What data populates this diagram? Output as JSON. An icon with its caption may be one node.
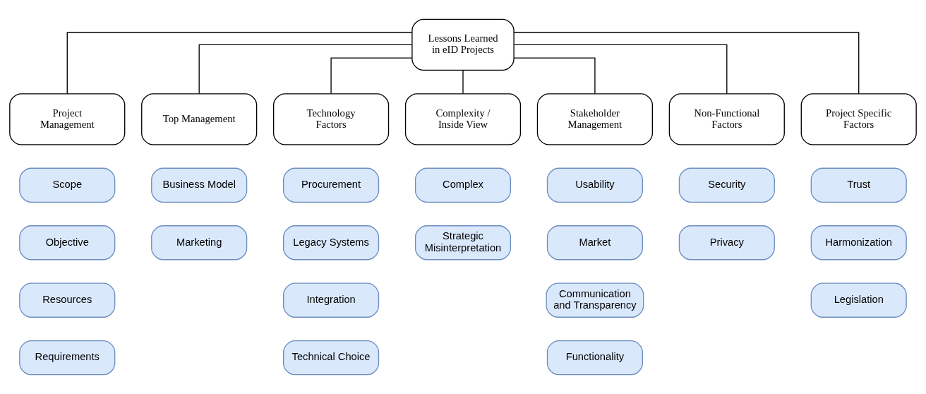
{
  "diagram": {
    "nodes": [
      {
        "text": [
          "Lessons Learned in eID Projects"
        ]
      },
      {
        "text": [
          "Project Management"
        ]
      },
      {
        "text": [
          "Top Management"
        ]
      },
      {
        "text": [
          "Technology Factors"
        ]
      },
      {
        "text": [
          "Complexity / Inside View"
        ]
      },
      {
        "text": [
          "Stakeholder Management"
        ]
      },
      {
        "text": [
          "Non-Functional Factors"
        ]
      },
      {
        "text": [
          "Project Specific Factors"
        ]
      },
      {
        "text": [
          "Scope"
        ]
      },
      {
        "text": [
          "Objective"
        ]
      },
      {
        "text": [
          "Resources"
        ]
      },
      {
        "text": [
          "Requirements"
        ]
      },
      {
        "text": [
          "Business Model"
        ]
      },
      {
        "text": [
          "Marketing"
        ]
      },
      {
        "text": [
          "Procurement"
        ]
      },
      {
        "text": [
          "Legacy Systems"
        ]
      },
      {
        "text": [
          "Integration"
        ]
      },
      {
        "text": [
          "Technical Choice"
        ]
      },
      {
        "text": [
          "Complex"
        ]
      },
      {
        "text": [
          "Strategic Misinterpretation"
        ]
      },
      {
        "text": [
          "Usability"
        ]
      },
      {
        "text": [
          "Market"
        ]
      },
      {
        "text": [
          "Communication and Transparency"
        ]
      },
      {
        "text": [
          "Functionality"
        ]
      },
      {
        "text": [
          "Security"
        ]
      },
      {
        "text": [
          "Privacy"
        ]
      },
      {
        "text": [
          "Trust"
        ]
      },
      {
        "text": [
          "Harmonization"
        ]
      },
      {
        "text": [
          "Legislation"
        ]
      }
    ],
    "edges": [
      {
        "from": 0,
        "to": 1,
        "arrow": "none"
      },
      {
        "from": 0,
        "to": 2,
        "arrow": "none"
      },
      {
        "from": 0,
        "to": 3,
        "arrow": "none"
      },
      {
        "from": 0,
        "to": 4,
        "arrow": "none"
      },
      {
        "from": 0,
        "to": 5,
        "arrow": "none"
      },
      {
        "from": 0,
        "to": 6,
        "arrow": "none"
      },
      {
        "from": 0,
        "to": 7,
        "arrow": "none"
      }
    ]
  }
}
